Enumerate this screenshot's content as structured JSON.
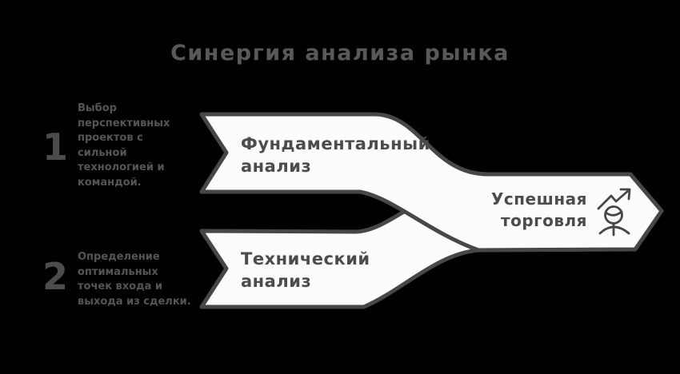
{
  "title": "Синергия анализа рынка",
  "steps": [
    {
      "number": "1",
      "description": "Выбор перспективных проектов с сильной технологией и командой."
    },
    {
      "number": "2",
      "description": "Определение оптимальных точек входа и выхода из сделки."
    }
  ],
  "branches": [
    {
      "label": "Фундаментальный анализ"
    },
    {
      "label": "Технический анализ"
    }
  ],
  "result": {
    "label": "Успешная торговля",
    "icon": "trader-growth-icon"
  },
  "colors": {
    "background": "#000000",
    "ribbon_fill": "#fcfcfc",
    "outline": "#474747",
    "label_text": "#4c4c4c",
    "title_text": "#595959"
  }
}
